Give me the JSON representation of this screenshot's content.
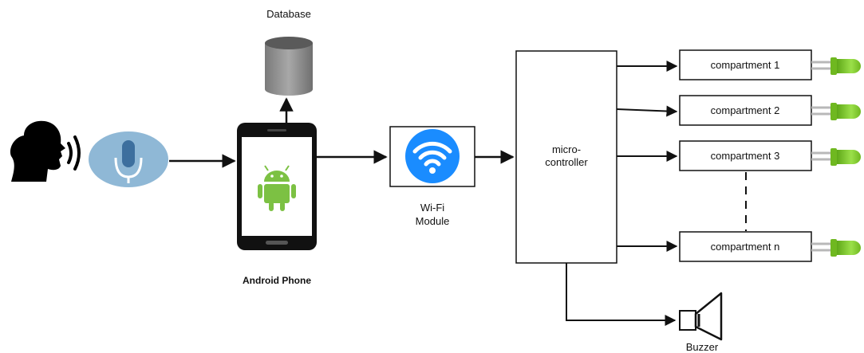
{
  "labels": {
    "database": "Database",
    "android_phone": "Android Phone",
    "wifi_line1": "Wi-Fi",
    "wifi_line2": "Module",
    "mcu_line1": "micro-",
    "mcu_line2": "controller",
    "buzzer": "Buzzer"
  },
  "compartments": [
    "compartment 1",
    "compartment 2",
    "compartment 3",
    "compartment n"
  ],
  "colors": {
    "wifi_blue": "#1a8cff",
    "android_green": "#7cc143",
    "led_green": "#7ed321",
    "mic_bubble": "#8fb8d6",
    "database_gray": "#8e8e8e",
    "line": "#111111"
  }
}
